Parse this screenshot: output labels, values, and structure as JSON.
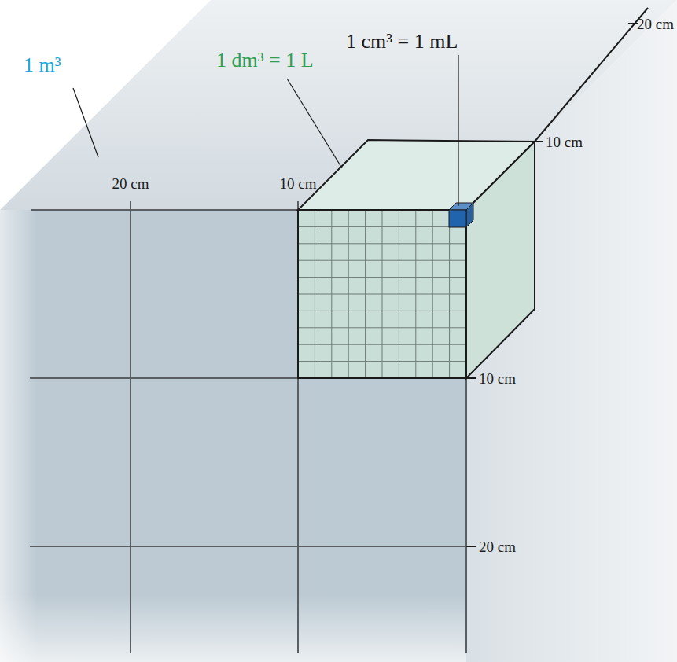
{
  "diagram": {
    "labels": [
      "1 m³",
      "1 dm³ = 1 L",
      "1 cm³ = 1 mL",
      "20 cm",
      "10 cm",
      "20 cm",
      "10 cm",
      "10 cm",
      "20 cm"
    ]
  }
}
